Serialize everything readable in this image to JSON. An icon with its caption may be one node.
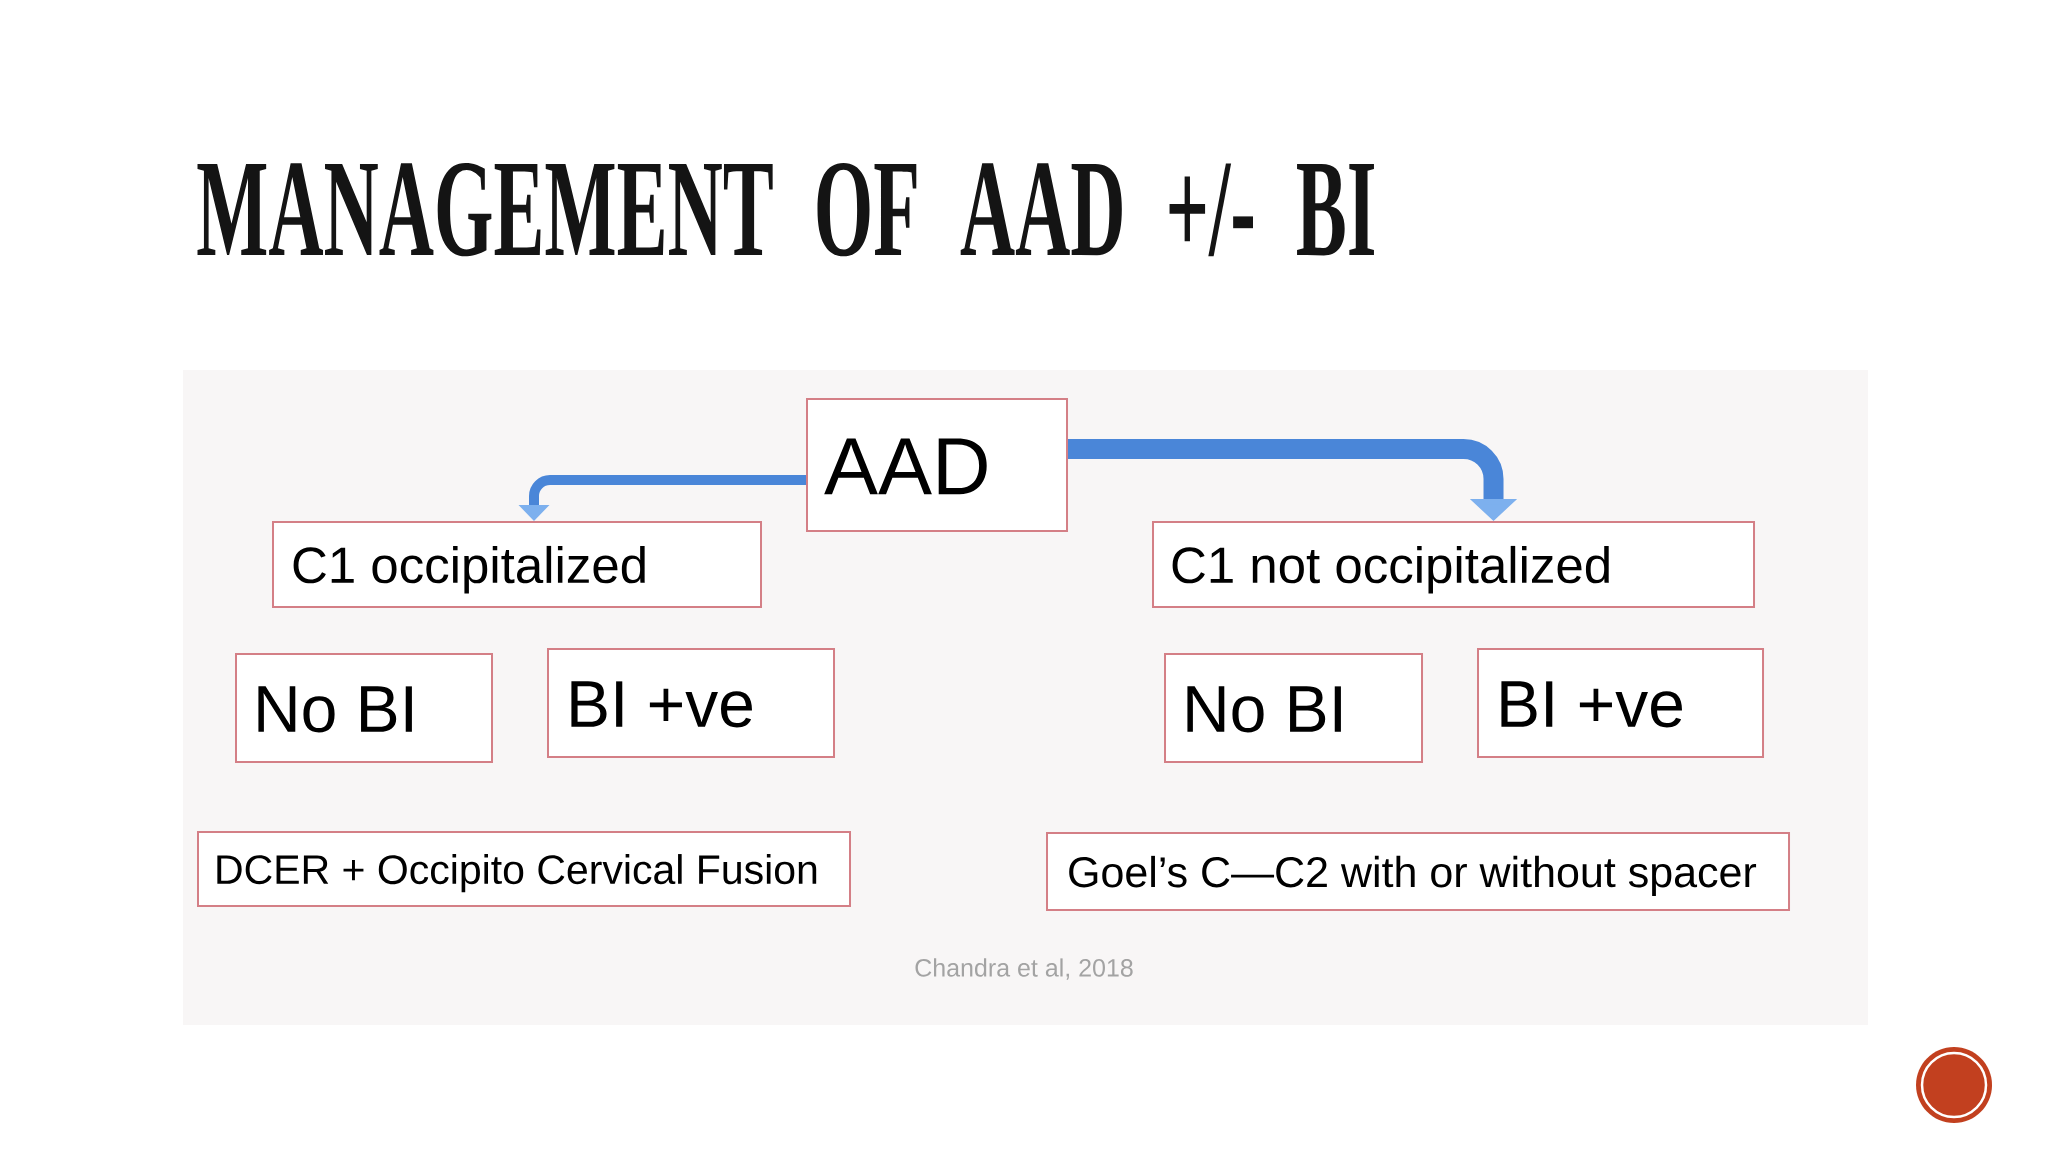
{
  "diagram": {
    "title": "MANAGEMENT OF AAD +/- BI",
    "nodes": [
      {
        "text": [
          "AAD"
        ]
      },
      {
        "text": [
          "C1 occipitalized"
        ]
      },
      {
        "text": [
          "C1 not occipitalized"
        ]
      },
      {
        "text": [
          "No BI"
        ]
      },
      {
        "text": [
          "BI +ve"
        ]
      },
      {
        "text": [
          "No BI"
        ]
      },
      {
        "text": [
          "BI +ve"
        ]
      },
      {
        "text": [
          "DCER + Occipito Cervical Fusion"
        ]
      },
      {
        "text": [
          "Goel’s C—C2 with or without spacer"
        ]
      }
    ],
    "edges": [
      {
        "from": 0,
        "to": 1,
        "arrow": "to"
      },
      {
        "from": 0,
        "to": 2,
        "arrow": "to",
        "style": "thick"
      }
    ],
    "labels": [
      "Chandra et al, 2018"
    ]
  }
}
